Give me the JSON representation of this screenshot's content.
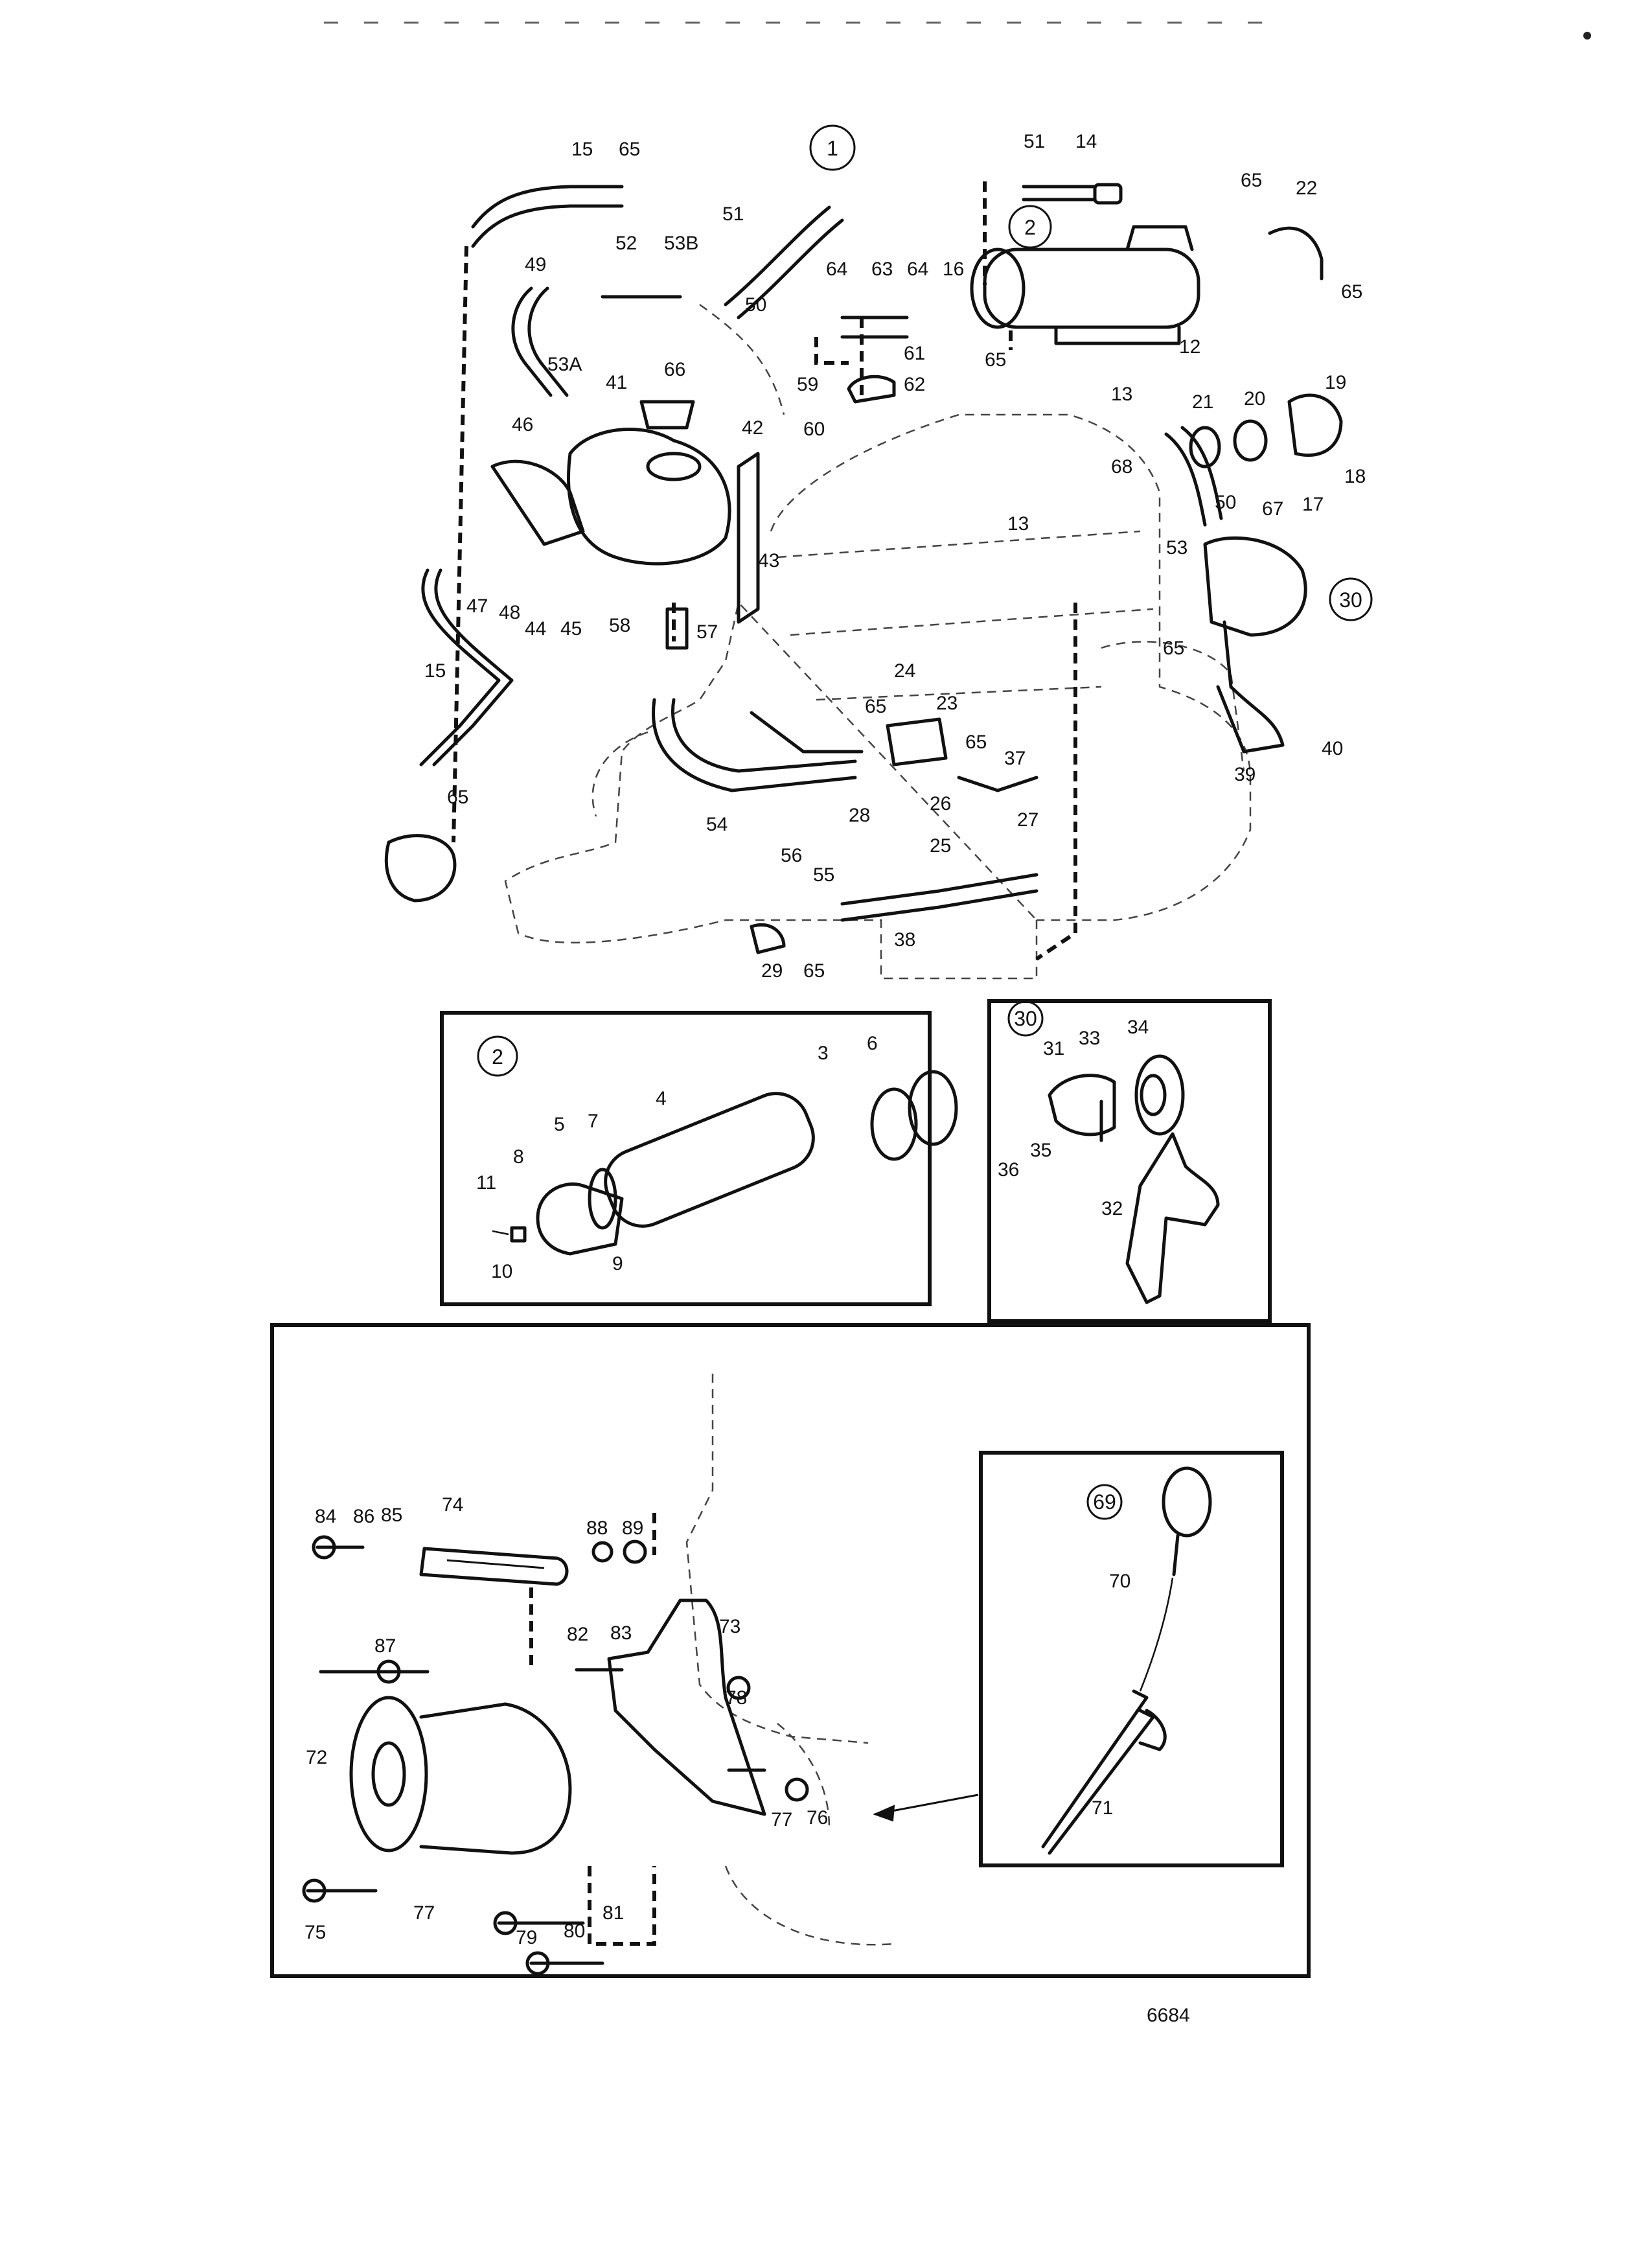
{
  "callouts": {
    "c1": "1",
    "c2": "2",
    "c30": "30",
    "c69": "69"
  },
  "labels": {
    "p15a": "15",
    "p65a": "65",
    "p51a": "51",
    "p14": "14",
    "p65b": "65",
    "p22": "22",
    "p49": "49",
    "p52": "52",
    "p53b": "53B",
    "p51b": "51",
    "p50a": "50",
    "p64a": "64",
    "p63": "63",
    "p64b": "64",
    "p16": "16",
    "p65c": "65",
    "p65d": "65",
    "p61": "61",
    "p62": "62",
    "p59": "59",
    "p60": "60",
    "p12": "12",
    "p13a": "13",
    "p21": "21",
    "p20": "20",
    "p19": "19",
    "p18": "18",
    "p17": "17",
    "p53a": "53A",
    "p41": "41",
    "p66": "66",
    "p42": "42",
    "p46": "46",
    "p68": "68",
    "p50b": "50",
    "p67": "67",
    "p53": "53",
    "p13b": "13",
    "p65e": "65",
    "p47": "47",
    "p48": "48",
    "p44": "44",
    "p45": "45",
    "p43": "43",
    "p58": "58",
    "p57": "57",
    "p15b": "15",
    "p24": "24",
    "p65f": "65",
    "p23": "23",
    "p65g": "65",
    "p37": "37",
    "p26": "26",
    "p27": "27",
    "p28": "28",
    "p25": "25",
    "p54": "54",
    "p56": "56",
    "p55": "55",
    "p39": "39",
    "p40": "40",
    "p65h": "65",
    "p38": "38",
    "p29": "29",
    "p65i": "65",
    "i3": "3",
    "i6": "6",
    "i4": "4",
    "i5": "5",
    "i7": "7",
    "i8": "8",
    "i11": "11",
    "i10": "10",
    "i9": "9",
    "i31": "31",
    "i33": "33",
    "i34": "34",
    "i35": "35",
    "i36": "36",
    "i32": "32",
    "b84": "84",
    "b86": "86",
    "b85": "85",
    "b74": "74",
    "b88": "88",
    "b89": "89",
    "b73": "73",
    "b82": "82",
    "b83": "83",
    "b87": "87",
    "b78": "78",
    "b72": "72",
    "b77a": "77",
    "b76": "76",
    "b75": "75",
    "b77b": "77",
    "b79": "79",
    "b80": "80",
    "b81": "81",
    "b70": "70",
    "b71": "71"
  },
  "drawing_number": "6684",
  "icons": {
    "main": "engine-cooling-system-exploded-view"
  }
}
